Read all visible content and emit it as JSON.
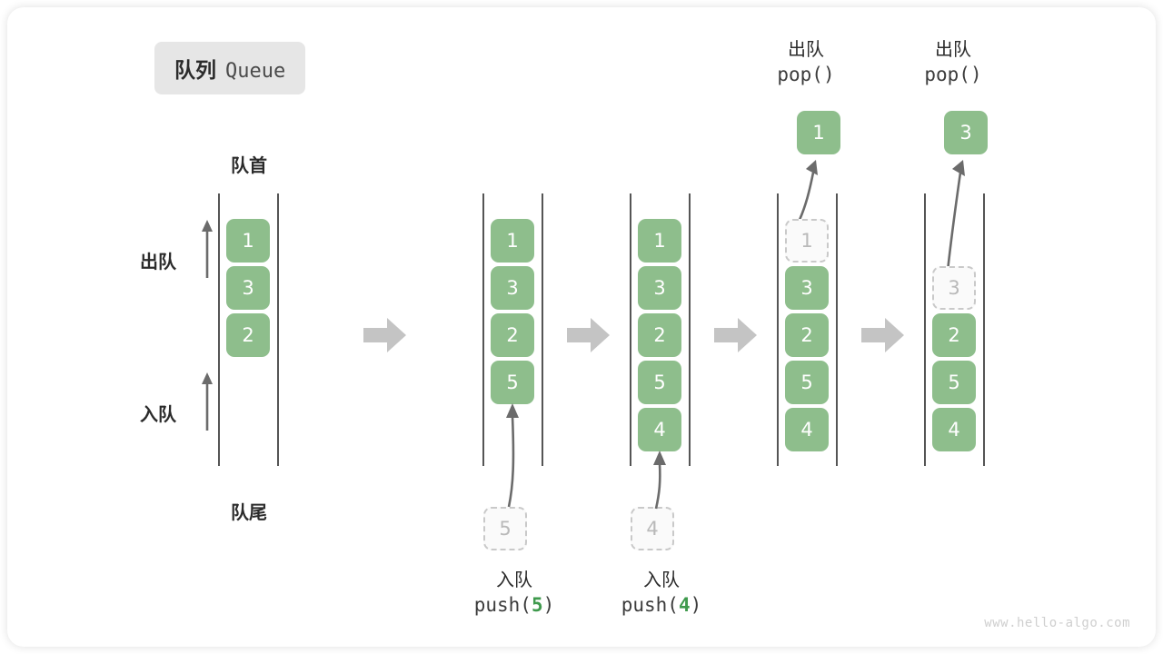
{
  "title": {
    "cn": "队列",
    "en": "Queue"
  },
  "captions": {
    "head": "队首",
    "tail": "队尾"
  },
  "side_labels": {
    "dequeue": "出队",
    "enqueue": "入队"
  },
  "colors": {
    "element": "#8ebe8c",
    "element_text": "#ffffff",
    "ghost_border": "#c9c9c9",
    "ghost_text": "#b9b9b9",
    "rail": "#555555",
    "step_arrow": "#c4c4c4",
    "op_arrow": "#6b6b6b",
    "badge_bg": "#e6e6e6",
    "code_accent": "#3f9a4d"
  },
  "watermark": "www.hello-algo.com",
  "columns": [
    {
      "id": "initial",
      "items": [
        {
          "value": "1",
          "state": "filled"
        },
        {
          "value": "3",
          "state": "filled"
        },
        {
          "value": "2",
          "state": "filled"
        }
      ]
    },
    {
      "id": "after-push-5",
      "items": [
        {
          "value": "1",
          "state": "filled"
        },
        {
          "value": "3",
          "state": "filled"
        },
        {
          "value": "2",
          "state": "filled"
        },
        {
          "value": "5",
          "state": "filled"
        }
      ],
      "incoming": {
        "value": "5"
      },
      "bottom_caption": {
        "cn": "入队",
        "code_prefix": "push(",
        "code_num": "5",
        "code_suffix": ")"
      }
    },
    {
      "id": "after-push-4",
      "items": [
        {
          "value": "1",
          "state": "filled"
        },
        {
          "value": "3",
          "state": "filled"
        },
        {
          "value": "2",
          "state": "filled"
        },
        {
          "value": "5",
          "state": "filled"
        },
        {
          "value": "4",
          "state": "filled"
        }
      ],
      "incoming": {
        "value": "4"
      },
      "bottom_caption": {
        "cn": "入队",
        "code_prefix": "push(",
        "code_num": "4",
        "code_suffix": ")"
      }
    },
    {
      "id": "after-pop-1",
      "items": [
        {
          "value": "1",
          "state": "ghost"
        },
        {
          "value": "3",
          "state": "filled"
        },
        {
          "value": "2",
          "state": "filled"
        },
        {
          "value": "5",
          "state": "filled"
        },
        {
          "value": "4",
          "state": "filled"
        }
      ],
      "popped": {
        "value": "1"
      },
      "top_caption": {
        "cn": "出队",
        "code_prefix": "pop(",
        "code_num": "",
        "code_suffix": ")"
      }
    },
    {
      "id": "after-pop-3",
      "items": [
        {
          "value": "3",
          "state": "ghost"
        },
        {
          "value": "2",
          "state": "filled"
        },
        {
          "value": "5",
          "state": "filled"
        },
        {
          "value": "4",
          "state": "filled"
        }
      ],
      "popped": {
        "value": "3"
      },
      "top_caption": {
        "cn": "出队",
        "code_prefix": "pop(",
        "code_num": "",
        "code_suffix": ")"
      }
    }
  ]
}
